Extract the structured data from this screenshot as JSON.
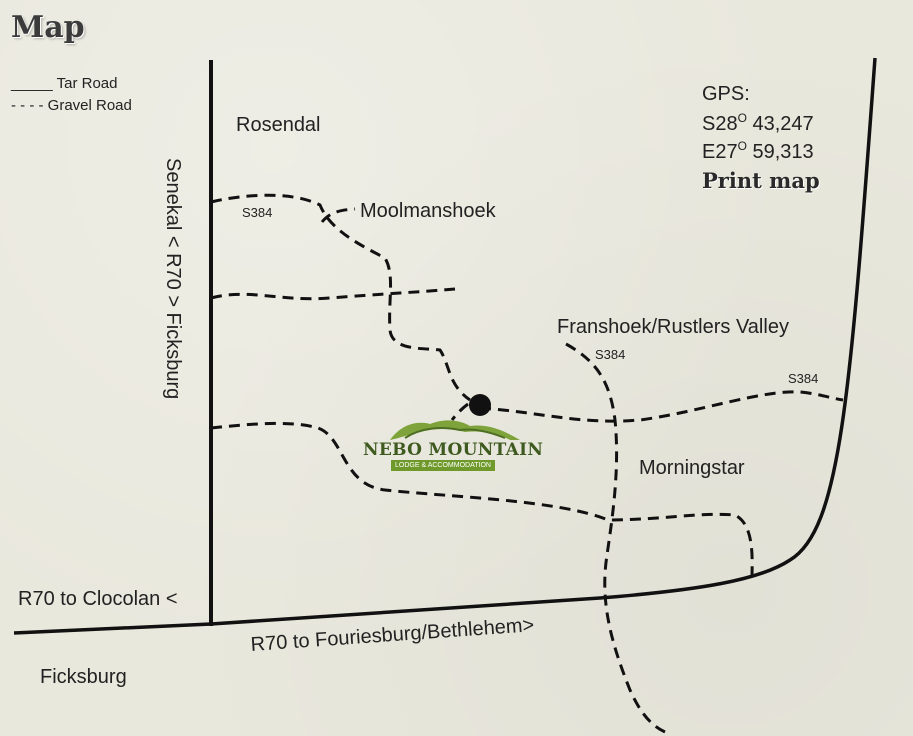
{
  "title": "Map",
  "legend": {
    "tar_road": "_____ Tar Road",
    "gravel_road": "- - - - Gravel Road"
  },
  "places": {
    "rosendal": "Rosendal",
    "moolmanshoek": "Moolmanshoek",
    "franshoek": "Franshoek/Rustlers Valley",
    "morningstar": "Morningstar",
    "ficksburg": "Ficksburg"
  },
  "roads": {
    "senekal_ficksburg": "Senekal < R70 > Ficksburg",
    "r70_clocolan": "R70 to Clocolan <",
    "r70_fouriesburg": "R70 to Fouriesburg/Bethlehem>",
    "s384_west": "S384",
    "s384_middle": "S384",
    "s384_east": "S384"
  },
  "gps": {
    "label": "GPS:",
    "lat_prefix": "S28",
    "lat_deg": "O",
    "lat_value": " 43,247",
    "lon_prefix": "E27",
    "lon_deg": "O",
    "lon_value": " 59,313"
  },
  "print_map": "Print map",
  "logo": {
    "name": "NEBO MOUNTAIN",
    "tagline": "LODGE & ACCOMMODATION"
  },
  "colors": {
    "background": "#e9e8dd",
    "road": "#111111",
    "logo_green": "#6f9a2b"
  }
}
